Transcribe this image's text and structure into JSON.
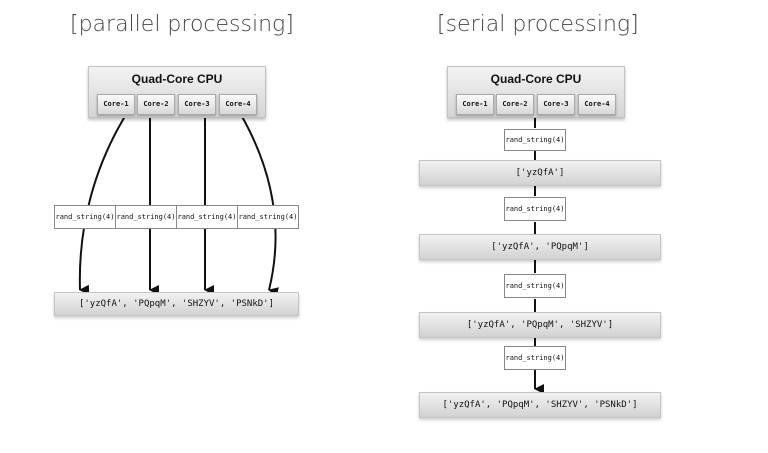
{
  "parallel": {
    "title": "[parallel processing]",
    "cpu_label": "Quad-Core CPU",
    "cores": [
      "Core-1",
      "Core-2",
      "Core-3",
      "Core-4"
    ],
    "functions": [
      "rand_string(4)",
      "rand_string(4)",
      "rand_string(4)",
      "rand_string(4)"
    ],
    "result": "['yzQfA', 'PQpqM', 'SHZYV', 'PSNkD']"
  },
  "serial": {
    "title": "[serial processing]",
    "cpu_label": "Quad-Core CPU",
    "cores": [
      "Core-1",
      "Core-2",
      "Core-3",
      "Core-4"
    ],
    "steps": [
      {
        "function": "rand_string(4)",
        "result": "['yzQfA']"
      },
      {
        "function": "rand_string(4)",
        "result": "['yzQfA', 'PQpqM']"
      },
      {
        "function": "rand_string(4)",
        "result": "['yzQfA', 'PQpqM', 'SHZYV']"
      },
      {
        "function": "rand_string(4)",
        "result": "['yzQfA', 'PQpqM', 'SHZYV', 'PSNkD']"
      }
    ]
  }
}
